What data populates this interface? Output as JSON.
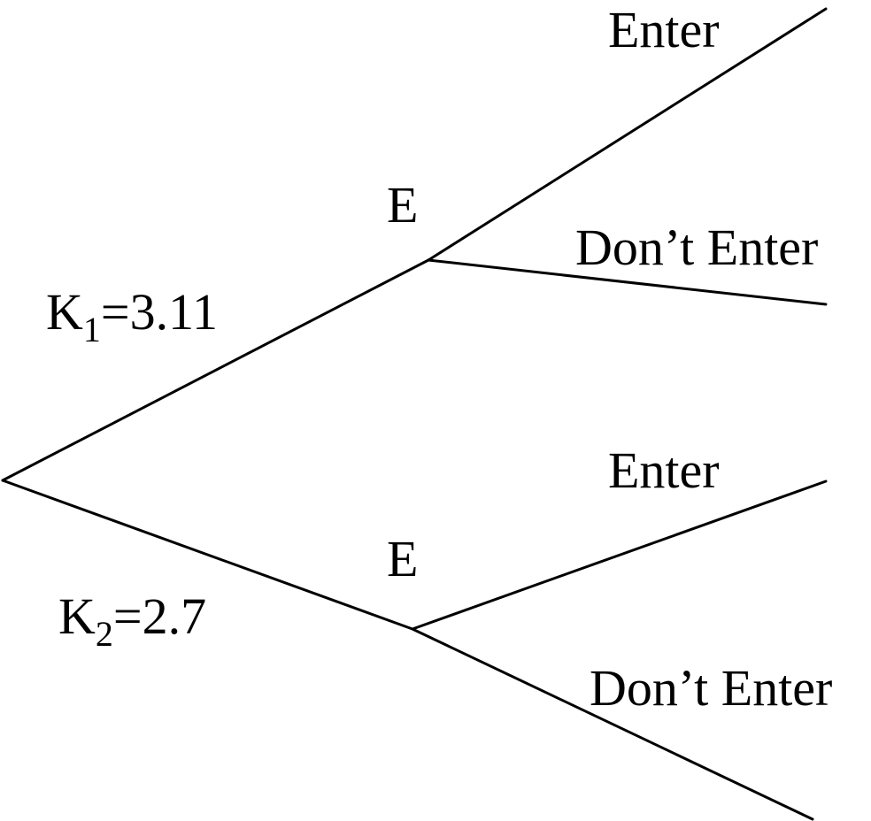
{
  "tree": {
    "branches": [
      {
        "label_main": "K",
        "label_sub": "1",
        "label_rest": "=3.11",
        "node": "E",
        "actions": [
          "Enter",
          "Don’t Enter"
        ]
      },
      {
        "label_main": "K",
        "label_sub": "2",
        "label_rest": "=2.7",
        "node": "E",
        "actions": [
          "Enter",
          "Don’t Enter"
        ]
      }
    ]
  }
}
